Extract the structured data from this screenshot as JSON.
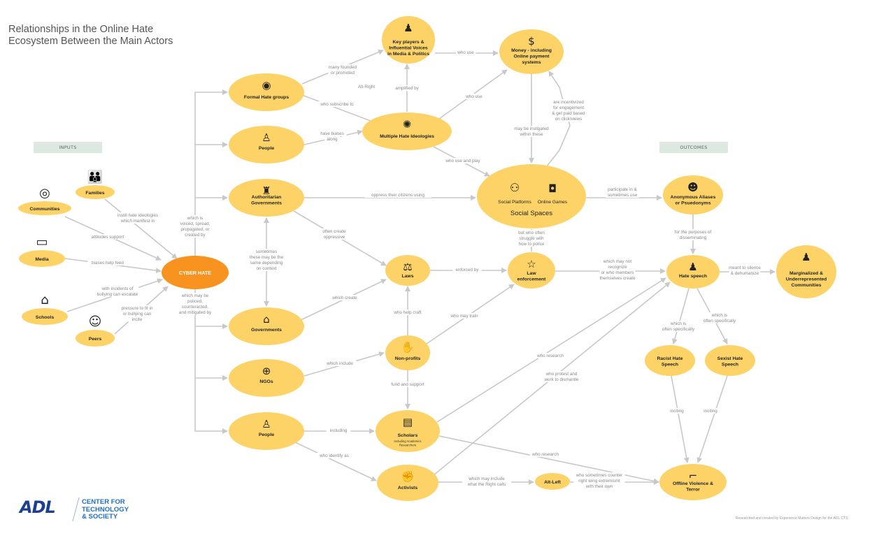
{
  "title": [
    "Relationships in the Online Hate",
    "Ecosystem Between the Main Actors"
  ],
  "tags": {
    "inputs": "INPUTS",
    "outcomes": "OUTCOMES"
  },
  "footer": {
    "logo": "ADL",
    "org": [
      "CENTER FOR",
      "TECHNOLOGY",
      "& SOCIETY"
    ],
    "credit": "Researched and created by Experience Matters Design for the ADL CTS."
  },
  "colors": {
    "node": "#fdd368",
    "center": "#f7931e",
    "edge": "#c8c8c8",
    "label": "#888888"
  },
  "nodes": {
    "communities": {
      "label": [
        "Communities"
      ],
      "icon": "community-icon"
    },
    "families": {
      "label": [
        "Families"
      ],
      "icon": "family-icon"
    },
    "media": {
      "label": [
        "Media"
      ],
      "icon": "tv-icon"
    },
    "schools": {
      "label": [
        "Schools"
      ],
      "icon": "school-icon"
    },
    "peers": {
      "label": [
        "Peers"
      ],
      "icon": "peers-icon"
    },
    "cyber_hate": {
      "label": [
        "CYBER HATE"
      ]
    },
    "formal_hate_groups": {
      "label": [
        "Formal Hate groups"
      ],
      "icon": "group-eye-icon"
    },
    "people_top": {
      "label": [
        "People"
      ],
      "icon": "person-icon"
    },
    "authoritarian": {
      "label": [
        "Authoritarian",
        "Governments"
      ],
      "icon": "dictator-icon"
    },
    "governments": {
      "label": [
        "Governments"
      ],
      "icon": "capitol-icon"
    },
    "ngos": {
      "label": [
        "NGOs"
      ],
      "icon": "globe-icon"
    },
    "people_bottom": {
      "label": [
        "People"
      ],
      "icon": "person-icon"
    },
    "key_players": {
      "label": [
        "Key players &",
        "Influential Voices",
        "in Media & Politics"
      ],
      "icon": "influencers-icon"
    },
    "multiple_ideologies": {
      "label": [
        "Multiple Hate Ideologies"
      ],
      "icon": "ideology-icon"
    },
    "money": {
      "label": [
        "Money - including",
        "Online payment",
        "systems"
      ],
      "icon": "money-icon"
    },
    "social_spaces": {
      "label": [
        "Social Spaces"
      ],
      "sub_platforms": "Social Platforms",
      "sub_games": "Online Games",
      "icon": "social-network-icon",
      "icon2": "gamepad-icon"
    },
    "laws": {
      "label": [
        "Laws"
      ],
      "icon": "scales-icon"
    },
    "law_enforcement": {
      "label": [
        "Law",
        "enforcement"
      ],
      "icon": "star-icon"
    },
    "non_profits": {
      "label": [
        "Non-profits"
      ],
      "icon": "hand-coin-icon"
    },
    "scholars": {
      "label": [
        "Scholars"
      ],
      "sub": [
        "Including Academics",
        "Researchers"
      ],
      "icon": "books-icon"
    },
    "activists": {
      "label": [
        "Activists"
      ],
      "icon": "fist-icon"
    },
    "alt_left": {
      "label": [
        "Alt-Left"
      ]
    },
    "anonymous": {
      "label": [
        "Anonymous  Aliases",
        "or Psuedonyms"
      ],
      "icon": "anonymous-icon"
    },
    "hate_speech": {
      "label": [
        "Hate speech"
      ],
      "icon": "crowd-icon"
    },
    "marginalized": {
      "label": [
        "Marginalized &",
        "Underrepresented",
        "Communities"
      ],
      "icon": "people-row-icon"
    },
    "racist": {
      "label": [
        "Racist Hate",
        "Speech"
      ]
    },
    "sexist": {
      "label": [
        "Sexist Hate",
        "Speech"
      ]
    },
    "offline_violence": {
      "label": [
        "Offline Violence &",
        "Terror"
      ],
      "icon": "gun-icon"
    }
  },
  "edge_labels": {
    "instill": [
      "instill hate ideologies",
      "which manifest in"
    ],
    "attitudes": [
      "attitudes support"
    ],
    "biases_feed": [
      "biases help feed"
    ],
    "incidents": [
      "with incidents of",
      "bullying can escalate"
    ],
    "pressure": [
      "pressure to fit in",
      "or bullying  can",
      "incite"
    ],
    "voiced": [
      "which is",
      "voiced, spread,",
      "propagated, or",
      "created by"
    ],
    "policed": [
      "which may be",
      "policed,",
      "counteracted,",
      "and mitigated by"
    ],
    "many_founded": [
      "many founded",
      "or promoted"
    ],
    "alt_right": [
      "Alt-Right"
    ],
    "subscribe": [
      "who subscribe to"
    ],
    "biases_along": [
      "have biases",
      "along"
    ],
    "amplified": [
      "amplified by"
    ],
    "who_use_1": [
      "who use"
    ],
    "who_use_2": [
      "who use"
    ],
    "use_and_play": [
      "who use and play"
    ],
    "instigated": [
      "may be instigated",
      "within these"
    ],
    "incentivized": [
      "are incentivized",
      "for engagement",
      "& get paid based",
      "on click/views"
    ],
    "oppress": [
      "oppress their citizens using"
    ],
    "create_oppressive": [
      "often create",
      "oppressive"
    ],
    "sometimes_same": [
      "sometimes",
      "these may be the",
      "same depending",
      "on context"
    ],
    "which_create": [
      "which create"
    ],
    "enforced_by": [
      "enforced by"
    ],
    "struggle": [
      "but who often",
      "struggle with",
      "how to police"
    ],
    "who_help_craft": [
      "who help craft"
    ],
    "who_may_train": [
      "who may train"
    ],
    "which_include": [
      "which include"
    ],
    "fund_support": [
      "fund and support"
    ],
    "including": [
      "including"
    ],
    "identify_as": [
      "who identify as"
    ],
    "who_research_1": [
      "who research"
    ],
    "protest": [
      "who protest and",
      "work to dismantle"
    ],
    "who_research_2": [
      "who research"
    ],
    "right_calls": [
      "which may include",
      "what the Right calls"
    ],
    "counter": [
      "who sometimes counter",
      "right wing extremismt",
      "with their own"
    ],
    "participate": [
      "participate in &",
      "sometimes use"
    ],
    "disseminating": [
      "for the purposes of",
      "disseminating"
    ],
    "not_recognize": [
      "which may not",
      "recognize",
      "or who members",
      "themselves create"
    ],
    "silence": [
      "meant to silence",
      "& dehumanize"
    ],
    "often_racist": [
      "which is",
      "often specifically"
    ],
    "often_sexist": [
      "which is",
      "often specifically"
    ],
    "inciting_1": [
      "inciting"
    ],
    "inciting_2": [
      "inciting"
    ]
  }
}
